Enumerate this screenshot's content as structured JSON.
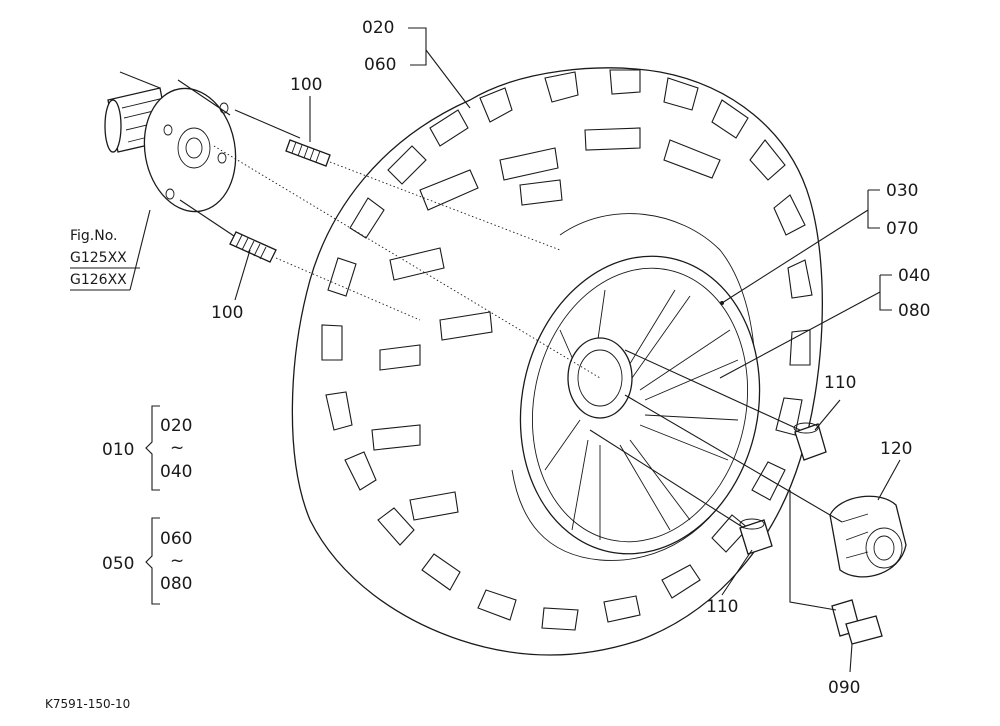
{
  "callouts": {
    "c020": "020",
    "c060": "060",
    "c030": "030",
    "c070": "070",
    "c040": "040",
    "c080": "080",
    "c100_top": "100",
    "c100_bottom": "100",
    "c110_right": "110",
    "c110_bottom": "110",
    "c120": "120",
    "c090": "090"
  },
  "fig_reference": {
    "line1": "Fig.No.",
    "line2": "G125XX",
    "line3": "G126XX"
  },
  "assemblies": [
    {
      "id": "010",
      "from": "020",
      "tilde": "~",
      "to": "040"
    },
    {
      "id": "050",
      "from": "060",
      "tilde": "~",
      "to": "080"
    }
  ],
  "drawing_code": "K7591-150-10",
  "colors": {
    "ink": "#1a1a1a",
    "paper": "#ffffff"
  }
}
